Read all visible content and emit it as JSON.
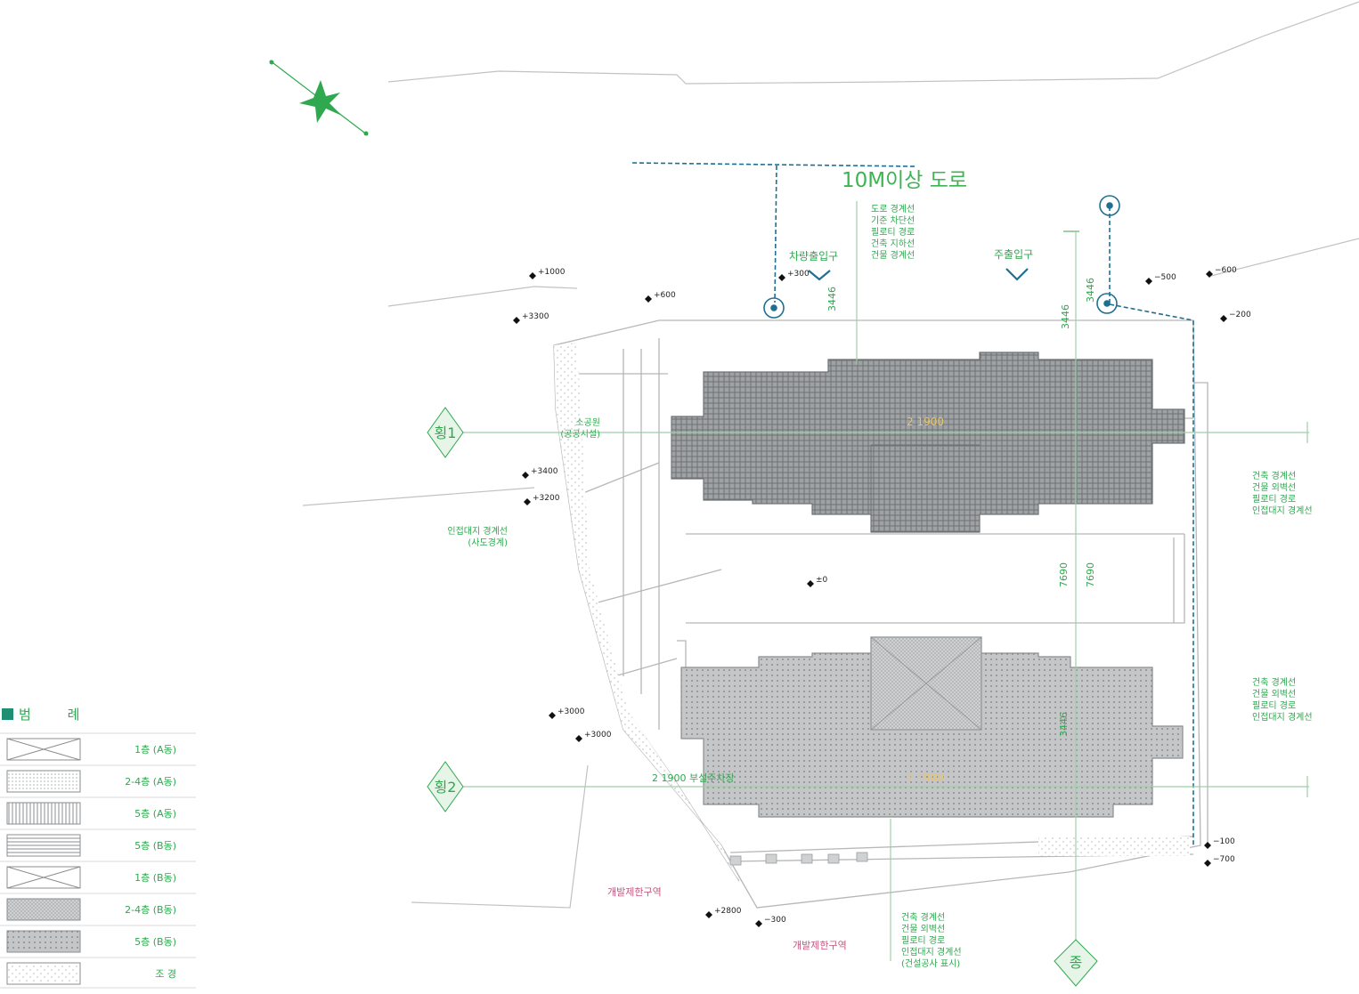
{
  "road": {
    "label": "10M이상 도로"
  },
  "entrances": {
    "vehicle": "차량출입구",
    "pedestrian": "주출입구"
  },
  "sections": {
    "s1": "횡1",
    "s2": "횡2",
    "long": "종"
  },
  "elevations": [
    "+1000",
    "+3300",
    "+600",
    "+300",
    "−500",
    "−600",
    "−200",
    "+3400",
    "+3200",
    "±0",
    "+3000",
    "+3000",
    "+2800",
    "−300",
    "−100",
    "−700"
  ],
  "dims": [
    "3446",
    "3446",
    "3446",
    "7690",
    "7690",
    "3446"
  ],
  "notes": {
    "road_setback": [
      "도로 경계선",
      "기준 차단선",
      "필로티 경로",
      "건축 지하선",
      "건물 경계선"
    ],
    "right_top": [
      "건축 경계선",
      "건물 외벽선",
      "필로티 경로",
      "인접대지 경계선"
    ],
    "right_bottom": [
      "건축 경계선",
      "건물 외벽선",
      "필로티 경로",
      "인접대지 경계선"
    ],
    "bottom": [
      "건축 경계선",
      "건물 외벽선",
      "필로티 경로",
      "인접대지 경계선",
      "(건설공사 표시)"
    ],
    "left_mid": [
      "인접대지 경계선",
      "(사도경계)"
    ],
    "left_top": [
      "소공원",
      "(공공시설)"
    ]
  },
  "zones": [
    "개발제한구역",
    "개발제한구역"
  ],
  "building_labels": {
    "a_unit": "2 1900",
    "b_unit": "2 1900",
    "b_side": "2 1900 부설주차장"
  },
  "legend": {
    "title": "범 례",
    "rows": [
      {
        "pattern": "x",
        "label": "1층 (A동)"
      },
      {
        "pattern": "dots",
        "label": "2-4층 (A동)"
      },
      {
        "pattern": "vlines",
        "label": "5층 (A동)"
      },
      {
        "pattern": "hlines",
        "label": "5층 (B동)"
      },
      {
        "pattern": "x",
        "label": "1층 (B동)"
      },
      {
        "pattern": "crosshatch",
        "label": "2-4층 (B동)"
      },
      {
        "pattern": "fill",
        "label": "5층 (B동)"
      },
      {
        "pattern": "sparse",
        "label": "조 경"
      }
    ]
  },
  "colors": {
    "green": "#2fa84f",
    "teal": "#1f8f74",
    "gray_line": "#bcbcbc",
    "building_a": "#8a8e90",
    "building_b": "#a3a5a7",
    "zone_text": "#c2577e"
  }
}
